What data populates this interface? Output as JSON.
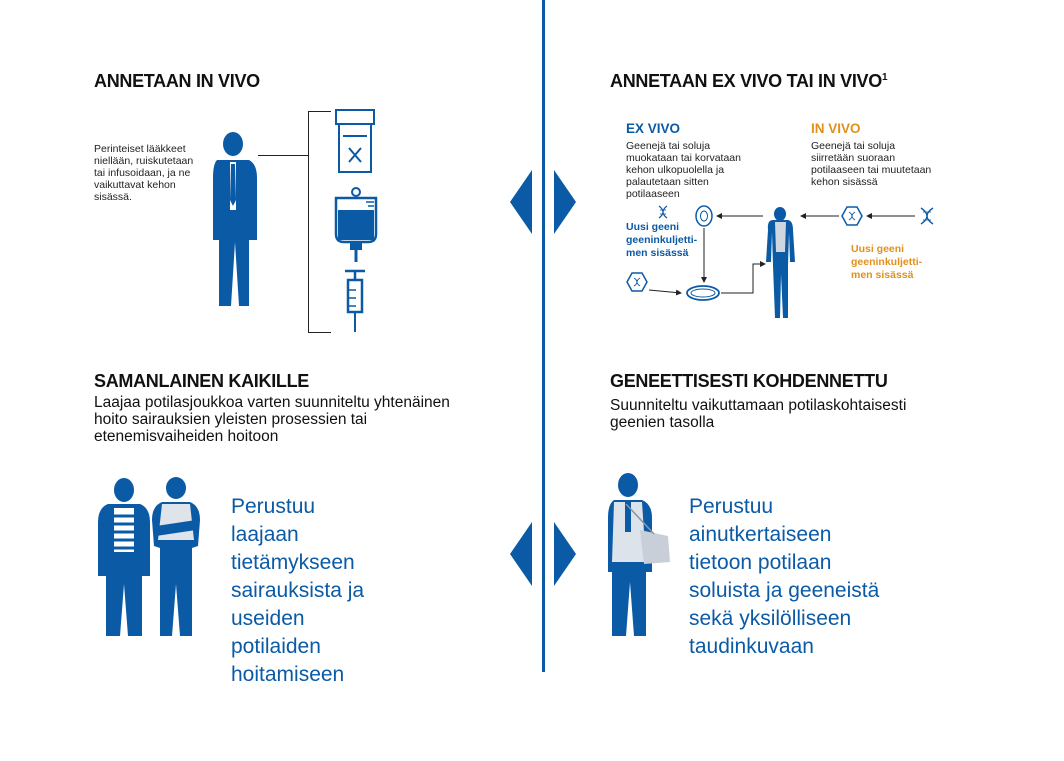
{
  "top_left": {
    "heading": "ANNETAAN IN VIVO",
    "desc_lines": [
      "Perinteiset lääkkeet",
      "niellään, ruiskutetaan",
      "tai infusoidaan, ja ne",
      "vaikuttavat kehon",
      "sisässä."
    ]
  },
  "top_right": {
    "heading": "ANNETAAN EX VIVO TAI IN VIVO",
    "heading_sup": "1",
    "ex_vivo": {
      "label": "EX VIVO",
      "desc_lines": [
        "Geenejä tai soluja",
        "muokataan tai korvataan",
        "kehon ulkopuolella ja",
        "palautetaan sitten",
        "potilaaseen"
      ],
      "note_lines": [
        "Uusi geeni",
        "geeninkuljetti-",
        "men sisässä"
      ]
    },
    "in_vivo": {
      "label": "IN VIVO",
      "desc_lines": [
        "Geenejä tai soluja",
        "siirretään suoraan",
        "potilaaseen tai muutetaan",
        "kehon sisässä"
      ],
      "note_lines": [
        "Uusi geeni",
        "geeninkuljetti-",
        "men sisässä"
      ]
    }
  },
  "bottom_left": {
    "heading": "SAMANLAINEN KAIKILLE",
    "sub_lines": [
      "Laajaa potilasjoukkoa varten suunniteltu yhtenäinen",
      "hoito sairauksien yleisten prosessien tai",
      "etenemisvaiheiden hoitoon"
    ],
    "big_lines": [
      "Perustuu",
      "laajaan",
      "tietämykseen",
      "sairauksista ja",
      "useiden",
      "potilaiden",
      "hoitamiseen"
    ]
  },
  "bottom_right": {
    "heading": "GENEETTISESTI KOHDENNETTU",
    "sub_lines": [
      "Suunniteltu vaikuttamaan potilaskohtaisesti",
      "geenien tasolla"
    ],
    "big_lines": [
      "Perustuu",
      "ainutkertaiseen",
      "tietoon potilaan",
      "soluista ja geeneistä",
      "sekä yksilölliseen",
      "taudinkuvaan"
    ]
  },
  "colors": {
    "brand_blue": "#0b5aa6",
    "accent_orange": "#e1901b",
    "text": "#111111"
  }
}
